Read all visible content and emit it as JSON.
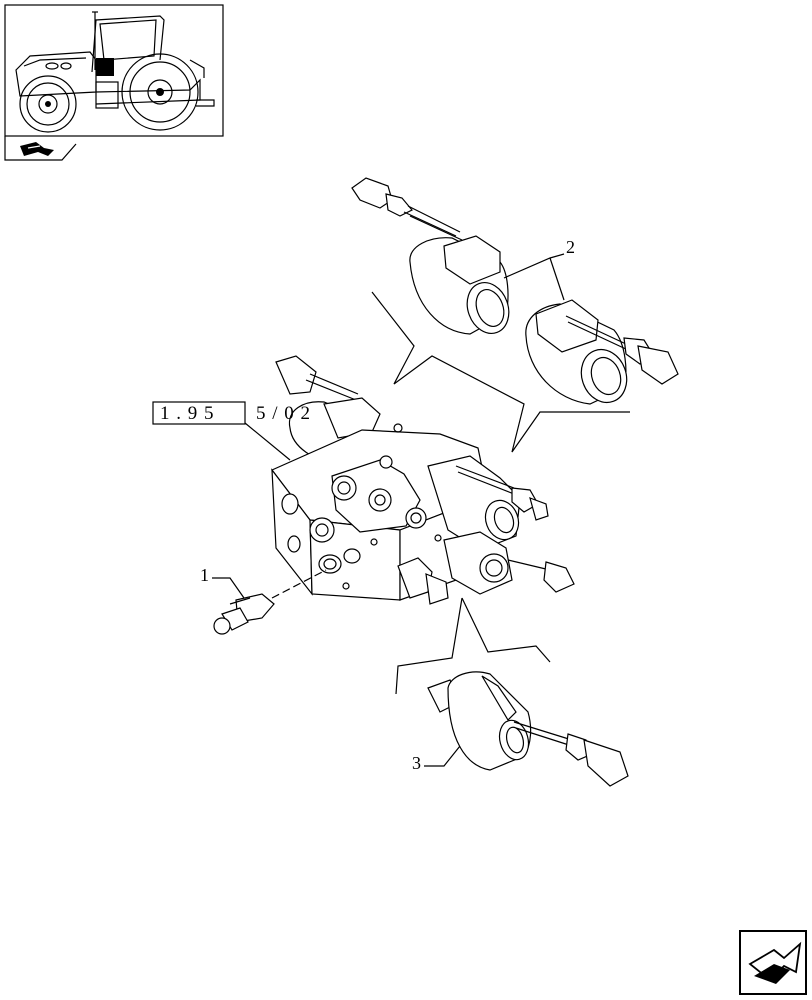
{
  "reference": {
    "box_text": "1 . 9 5",
    "suffix_text": "5 / 0 2"
  },
  "callouts": [
    {
      "id": "callout-1",
      "label": "1"
    },
    {
      "id": "callout-2",
      "label": "2"
    },
    {
      "id": "callout-3",
      "label": "3"
    }
  ],
  "icons": {
    "thumbnail": "tractor-locator-icon",
    "corner_tab": "wrench-arrow-icon",
    "next_page": "next-page-arrow-icon"
  }
}
